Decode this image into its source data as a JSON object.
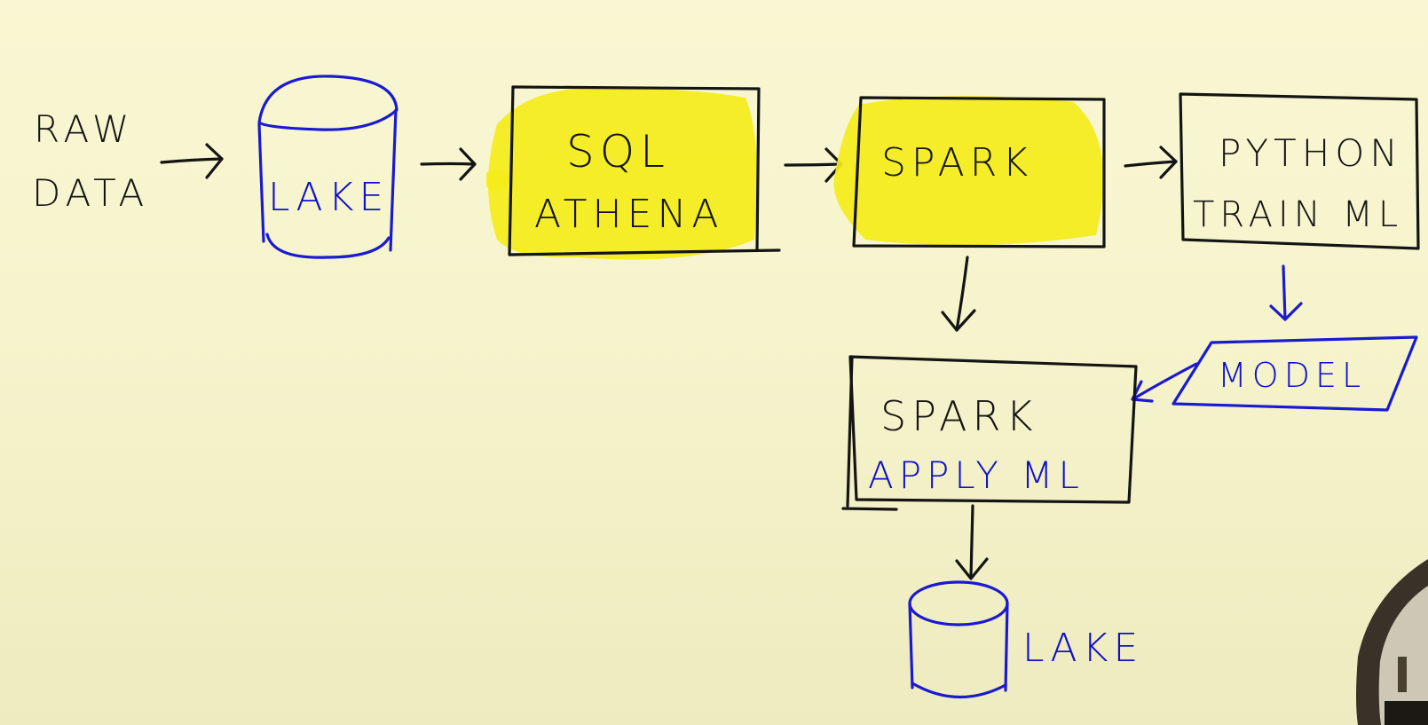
{
  "nodes": {
    "raw_data": {
      "line1": "RAW",
      "line2": "DATA"
    },
    "lake_source": {
      "label": "LAKE"
    },
    "sql_athena": {
      "line1": "SQL",
      "line2": "ATHENA"
    },
    "spark_transform": {
      "label": "SPARK"
    },
    "python_train": {
      "line1": "PYTHON",
      "line2": "TRAIN ML"
    },
    "model": {
      "label": "MODEL"
    },
    "spark_apply": {
      "line1": "SPARK",
      "line2": "APPLY ML"
    },
    "lake_output": {
      "label": "LAKE"
    }
  },
  "colors": {
    "ink": "#141414",
    "blue_ink": "#1a1ad0",
    "highlight": "#f4ec1a",
    "background": "#f7f5cf"
  }
}
